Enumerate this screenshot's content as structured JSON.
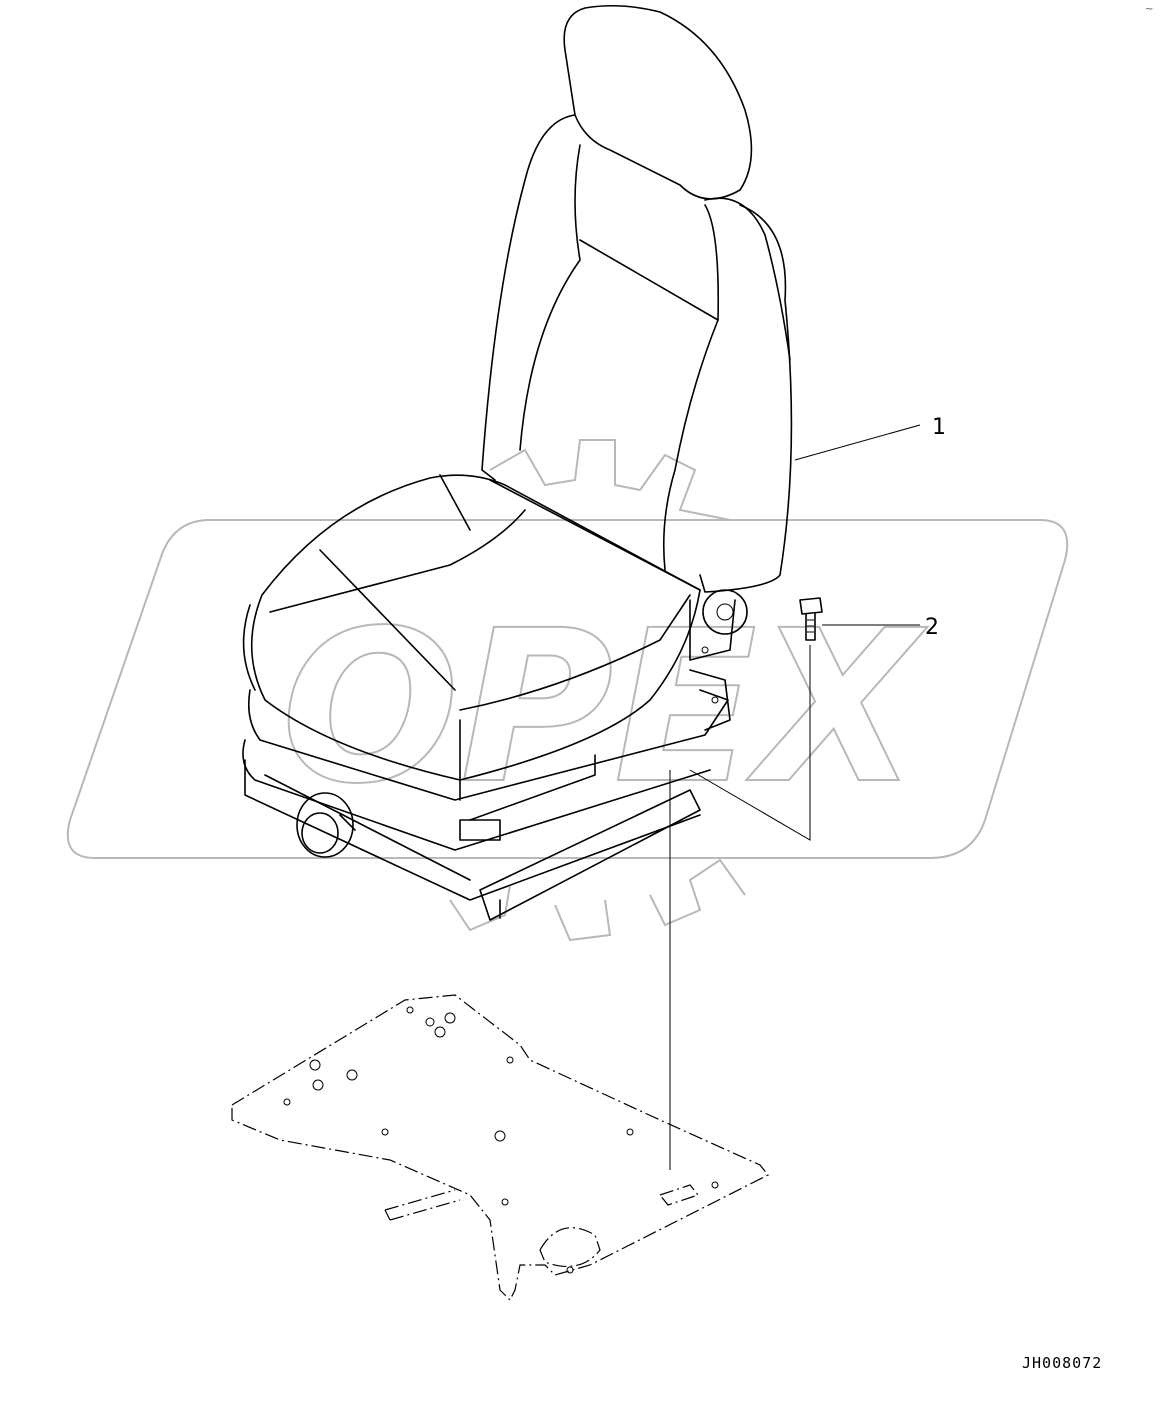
{
  "callouts": [
    {
      "number": "1",
      "part": "seat assembly"
    },
    {
      "number": "2",
      "part": "bolt"
    }
  ],
  "drawing_code": "JH008072",
  "watermark_text": "OPEX",
  "corner_mark": "~"
}
